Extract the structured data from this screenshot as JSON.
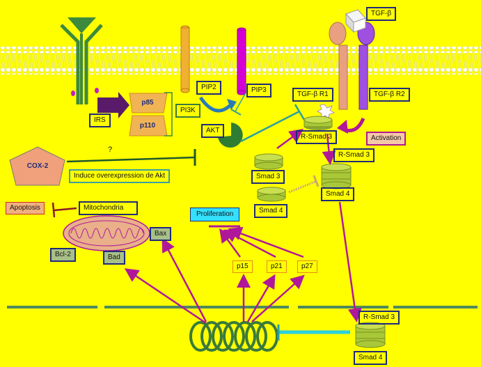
{
  "labels": {
    "tgf_beta": "TGF-β",
    "tgf_r1": "TGF-β R1",
    "tgf_r2": "TGF-β R2",
    "activation": "Activation",
    "pip2": "PIP2",
    "pip3": "PIP3",
    "p85": "p85",
    "p110": "p110",
    "pi3k": "PI3K",
    "irs": "IRS",
    "akt": "AKT",
    "cox2": "COX-2",
    "question": "?",
    "induce": "Induce overexpression  de Akt",
    "r_smad3_a": "R-Smad 3",
    "r_smad3_b": "R-Smad 3",
    "r_smad3_c": "R-Smad 3",
    "smad3": "Smad 3",
    "smad4_a": "Smad 4",
    "smad4_b": "Smad 4",
    "smad4_c": "Smad 4",
    "apoptosis": "Apoptosis",
    "mitochondria": "Mitochondria",
    "bax": "Bax",
    "bcl2": "Bcl-2",
    "bad": "Bad",
    "proliferation": "Proliferation",
    "p15": "p15",
    "p21": "p21",
    "p27": "p27"
  },
  "colors": {
    "background": "#ffff00",
    "membrane_head": "#ffffff",
    "receptor_green": "#3d8a3d",
    "magenta_arrow": "#b0189a",
    "pip3_magenta": "#d400d4",
    "pip2_orange": "#f0b030",
    "teal_inhibit": "#2aa0a0",
    "dark_green_inhibit": "#1f5a2a",
    "smad_green": "#a8c838",
    "cox2_fill": "#f0a07a",
    "proliferation_fill": "#33e0ff",
    "akt_green": "#2e7d32",
    "dna_green": "#3a7a3a"
  }
}
